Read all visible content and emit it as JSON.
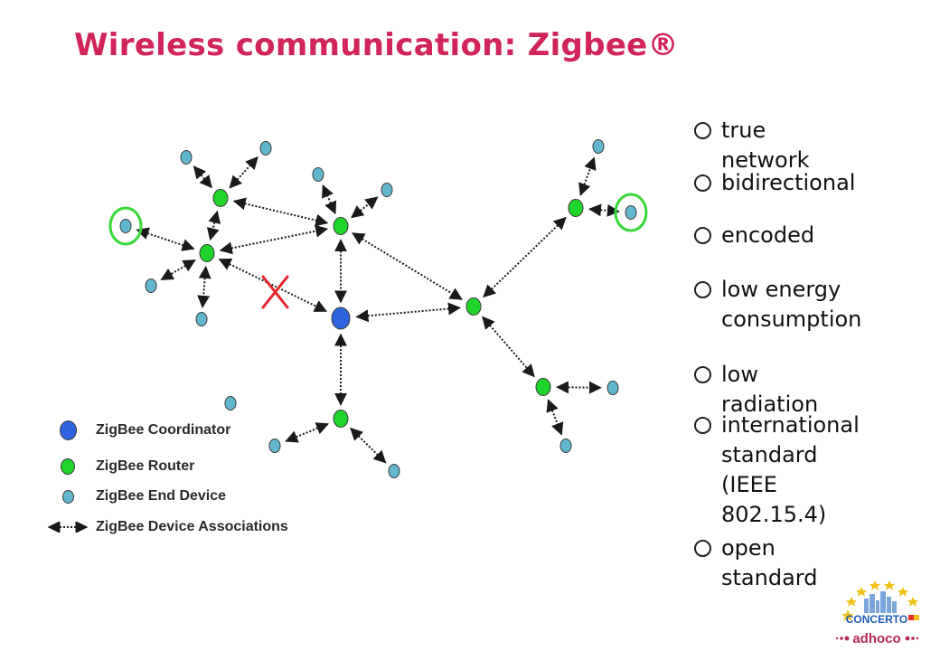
{
  "slide": {
    "title": "Wireless communication: Zigbee®"
  },
  "legend": {
    "items": [
      {
        "kind": "coordinator",
        "label": "ZigBee Coordinator"
      },
      {
        "kind": "router",
        "label": "ZigBee Router"
      },
      {
        "kind": "end_device",
        "label": "ZigBee End Device"
      },
      {
        "kind": "association",
        "label": "ZigBee Device Associations"
      }
    ]
  },
  "bullets": [
    "true network",
    "bidirectional",
    "encoded",
    "low energy\nconsumption",
    "low radiation",
    "international\nstandard\n(IEEE 802.15.4)",
    "open standard"
  ],
  "logo": {
    "top_text": "CONCERTO",
    "bottom_text": "adhoco"
  },
  "colors": {
    "title": "#d0245a",
    "coordinator": "#2f63e0",
    "router": "#1fd42a",
    "end_device": "#62b7cf",
    "highlight_ring": "#38d838",
    "broken_link": "#e5232b",
    "logo_concerto": "#1d5bb8",
    "logo_adhoco": "#b6285c",
    "logo_stars": "#f0c01a"
  }
}
